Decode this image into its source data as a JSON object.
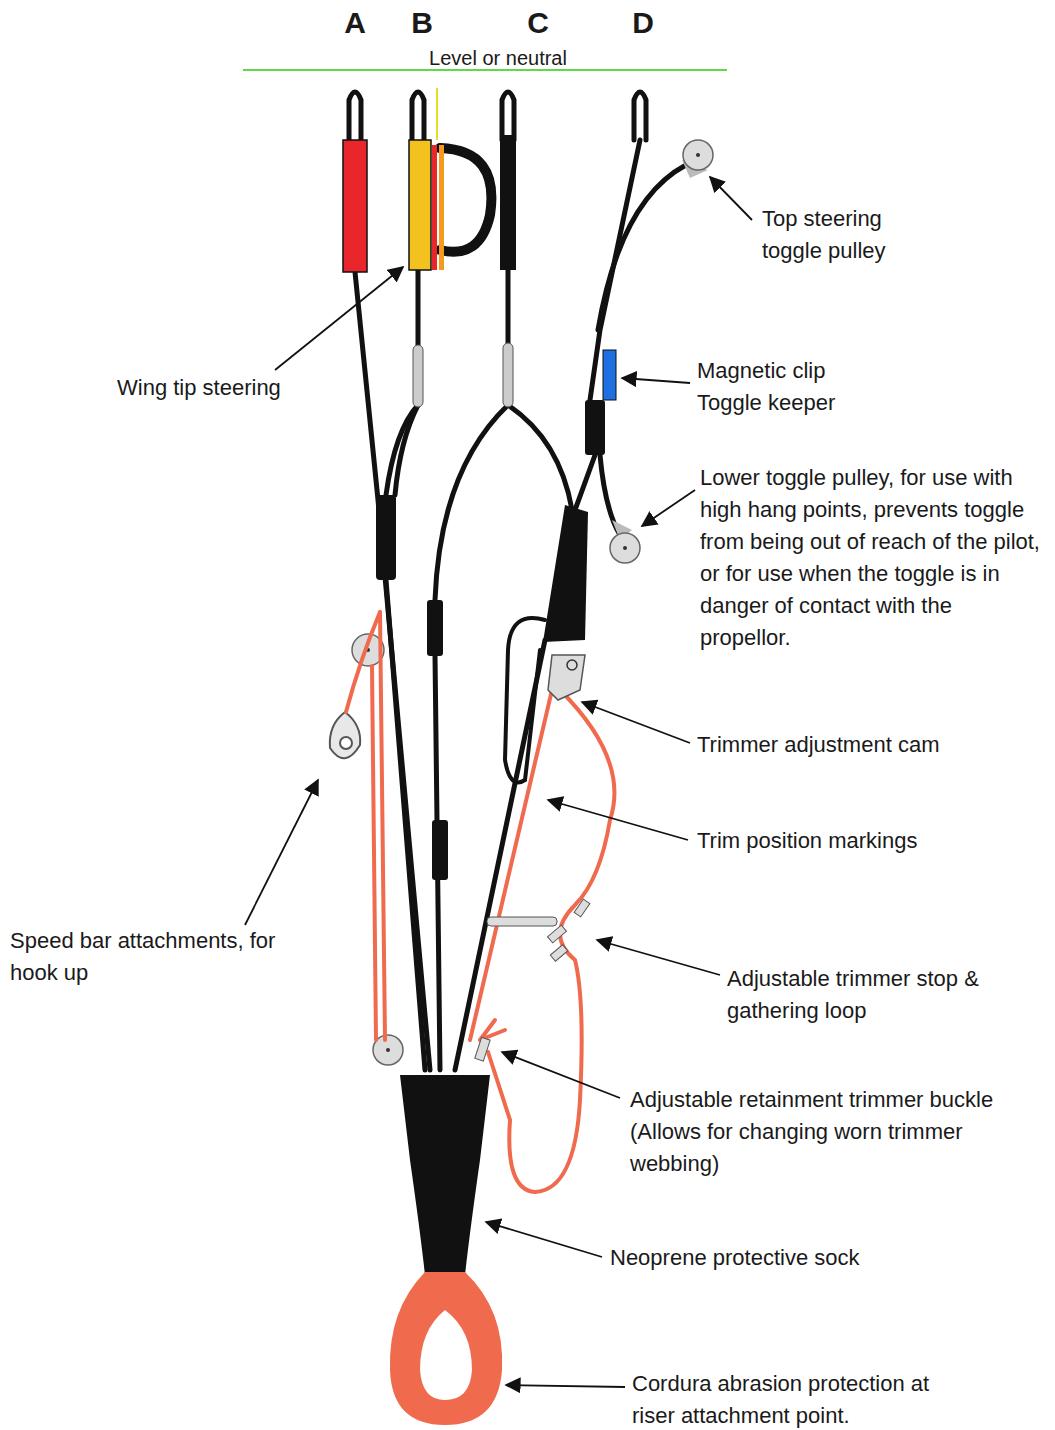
{
  "diagram": {
    "labels": [
      "A",
      "B",
      "C",
      "D",
      "Level or neutral",
      "Top steering toggle pulley",
      "Wing tip steering",
      "Magnetic clip Toggle keeper",
      "Lower toggle pulley, for use with high hang points, prevents toggle from being out of reach of the pilot, or for use when the toggle is in danger of contact with the propellor.",
      "Trimmer adjustment cam",
      "Trim position markings",
      "Speed bar attachments, for hook up",
      "Adjustable trimmer stop & gathering loop",
      "Adjustable retainment trimmer buckle",
      "(Allows for changing worn trimmer webbing)",
      "Neoprene protective sock",
      "Cordura abrasion protection at riser attachment point."
    ]
  }
}
